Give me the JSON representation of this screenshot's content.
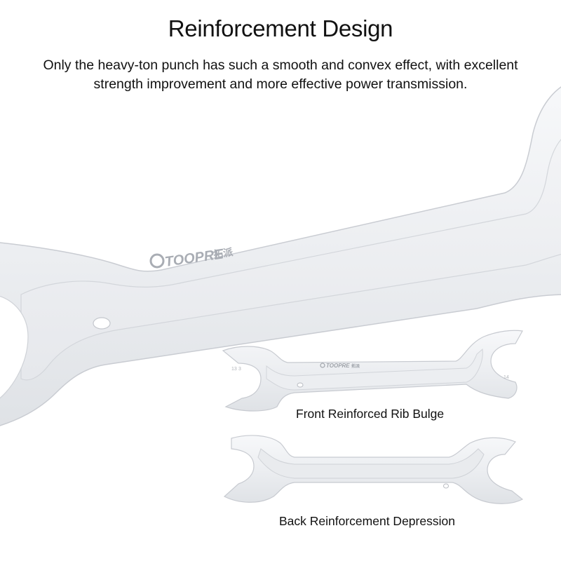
{
  "header": {
    "title": "Reinforcement Design",
    "subtitle": "Only the heavy-ton punch has such a smooth and convex effect, with excellent strength improvement and more effective power transmission."
  },
  "brand": {
    "logo_text": "TOOPRE",
    "logo_cn": "拓派"
  },
  "captions": {
    "front": "Front Reinforced Rib Bulge",
    "back": "Back Reinforcement Depression"
  },
  "colors": {
    "background": "#ffffff",
    "text": "#111111",
    "steel": "#eeeff2",
    "steel_edge": "#c9ccd2"
  }
}
